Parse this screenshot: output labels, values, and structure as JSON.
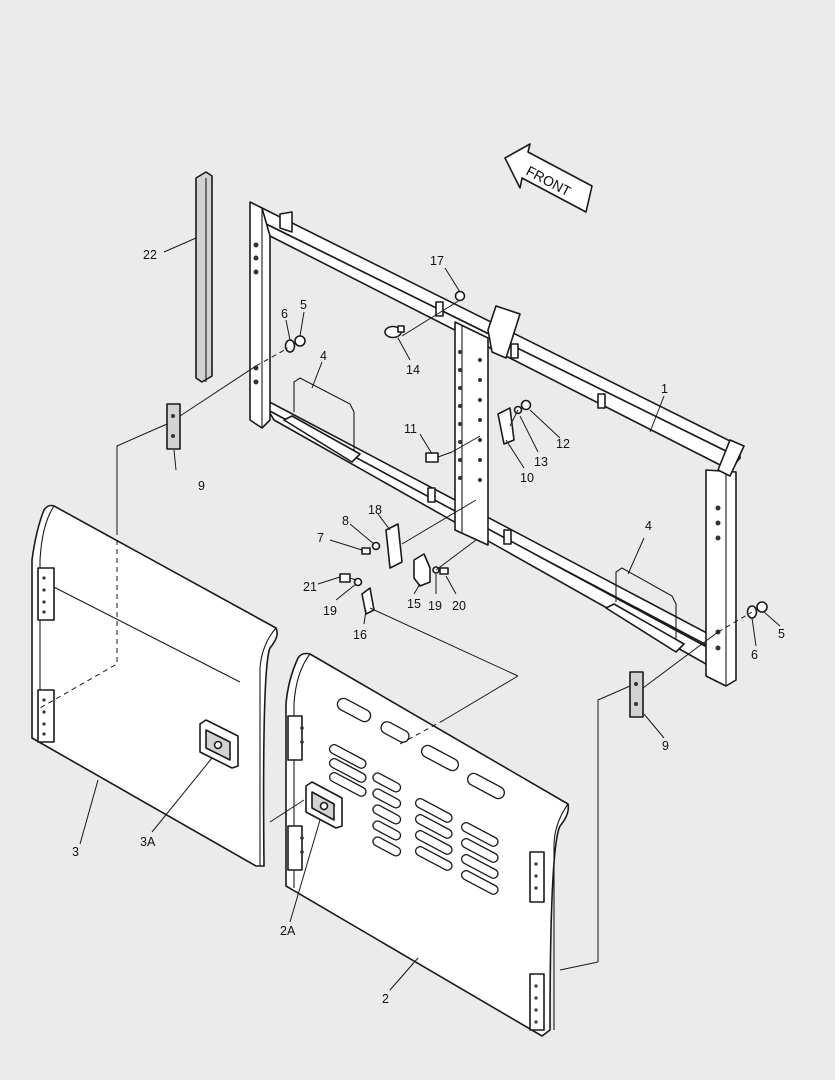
{
  "front_arrow": {
    "label": "FRONT"
  },
  "callouts": {
    "c1": "1",
    "c2": "2",
    "c2a": "2A",
    "c3": "3",
    "c3a": "3A",
    "c4_left": "4",
    "c4_right": "4",
    "c5_left": "5",
    "c5_right": "5",
    "c6_left": "6",
    "c6_right": "6",
    "c7": "7",
    "c8": "8",
    "c9_left": "9",
    "c9_right": "9",
    "c10": "10",
    "c11": "11",
    "c12": "12",
    "c13": "13",
    "c14": "14",
    "c15": "15",
    "c16": "16",
    "c17": "17",
    "c18": "18",
    "c19_left": "19",
    "c19_right": "19",
    "c20": "20",
    "c21": "21",
    "c22": "22"
  }
}
